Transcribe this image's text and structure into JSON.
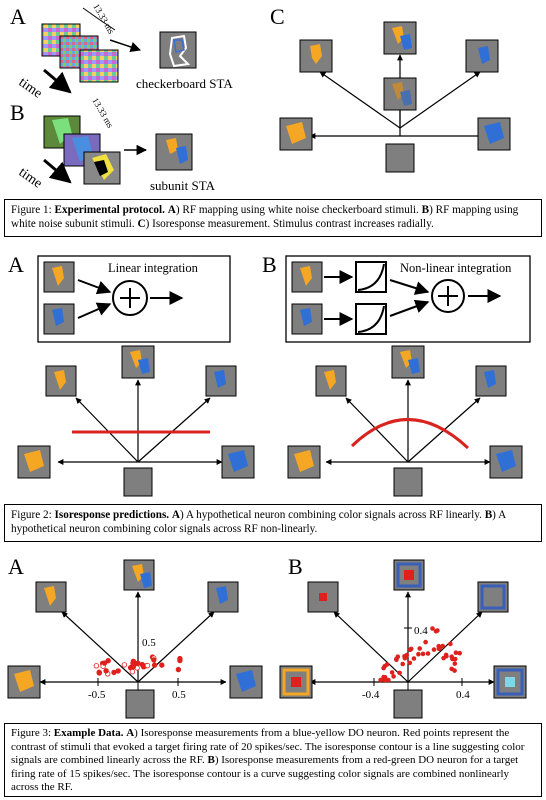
{
  "figure1": {
    "panel_a": "A",
    "panel_b": "B",
    "panel_c": "C",
    "time_a": "time",
    "time_b": "time",
    "ms_a": "13.33 ms",
    "ms_b": "13.33 ms",
    "checkerboard_label": "checkerboard STA",
    "subunit_label": "subunit STA",
    "caption_prefix": "Figure 1: ",
    "caption_title": "Experimental protocol.",
    "caption_a_letter": "A",
    "caption_a_text": ") RF mapping using white noise checkerboard stimuli.",
    "caption_b_letter": "B",
    "caption_b_text": ") RF mapping using white noise subunit stimuli.",
    "caption_c_letter": "C",
    "caption_c_text": ") Isoresponse measurement. Stimulus contrast increases radially."
  },
  "figure2": {
    "panel_a": "A",
    "panel_b": "B",
    "linear_label": "Linear integration",
    "nonlinear_label": "Non-linear integration",
    "caption_prefix": "Figure 2: ",
    "caption_title": "Isoresponse predictions.",
    "caption_a_letter": "A",
    "caption_a_text": ") A hypothetical neuron combining color signals across RF linearly.",
    "caption_b_letter": "B",
    "caption_b_text": ") A hypothetical neuron combining color signals across RF non-linearly."
  },
  "figure3": {
    "panel_a": "A",
    "panel_b": "B",
    "a_tick_y": "0.5",
    "a_tick_xneg": "-0.5",
    "a_tick_xpos": "0.5",
    "b_tick_y": "0.4",
    "b_tick_xneg": "-0.4",
    "b_tick_xpos": "0.4",
    "caption_prefix": "Figure 3: ",
    "caption_title": "Example Data.",
    "caption_a_letter": "A",
    "caption_a_text": ") Isoresponse measurements from a blue-yellow DO neuron. Red points represent the contrast of stimuli that evoked a target firing rate of 20 spikes/sec.  The isoresponse contour is a line suggesting color signals are combined linearly across the RF.",
    "caption_b_letter": "B",
    "caption_b_text": ") Isoresponse measurements from a red-green DO neuron for a target firing rate of 15 spikes/sec. The isoresponse contour is a curve suggesting color signals are combined nonlinearly across the RF."
  },
  "colors": {
    "gray_tile": "#7f7f7f",
    "orange": "#f5a623",
    "blue": "#2f6fd6",
    "red_curve": "#d9231f",
    "red_points": "#e0201c"
  }
}
